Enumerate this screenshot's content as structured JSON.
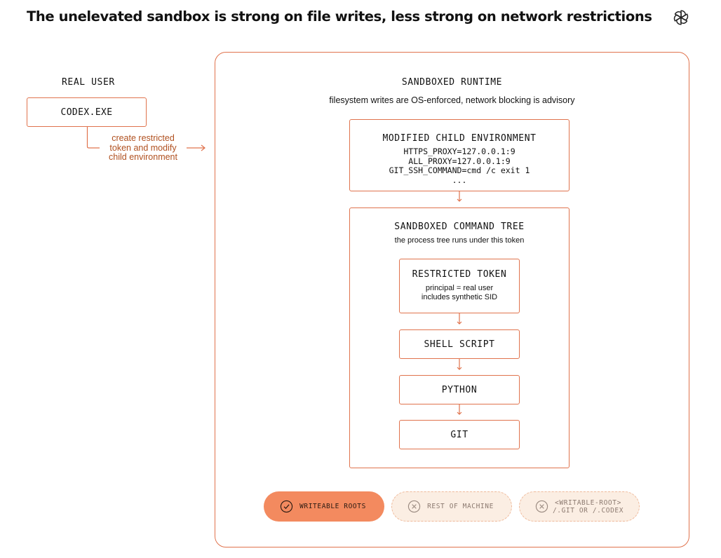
{
  "title": "The unelevated sandbox is strong on file writes, less strong on network restrictions",
  "logo_icon": "openai-logo-icon",
  "real_user": {
    "label": "REAL USER",
    "process": "CODEX.EXE",
    "note_lines": [
      "create restricted",
      "token and modify",
      "child environment"
    ]
  },
  "runtime": {
    "title": "SANDBOXED RUNTIME",
    "subtitle": "filesystem writes are OS-enforced, network blocking is advisory",
    "environment": {
      "title": "MODIFIED CHILD ENVIRONMENT",
      "lines": [
        "HTTPS_PROXY=127.0.0.1:9",
        "ALL_PROXY=127.0.0.1:9",
        "GIT_SSH_COMMAND=cmd /c exit 1",
        "..."
      ]
    },
    "command_tree": {
      "title": "SANDBOXED COMMAND TREE",
      "subtitle": "the process tree runs under this token",
      "token": {
        "title": "RESTRICTED TOKEN",
        "lines": [
          "principal = real user",
          "includes synthetic SID"
        ]
      },
      "steps": [
        "SHELL SCRIPT",
        "PYTHON",
        "GIT"
      ]
    }
  },
  "legend": [
    {
      "icon": "check-circle-icon",
      "lines": [
        "WRITEABLE ROOTS"
      ]
    },
    {
      "icon": "x-circle-icon",
      "lines": [
        "REST OF MACHINE"
      ]
    },
    {
      "icon": "x-circle-icon",
      "lines": [
        "<WRITABLE-ROOT>",
        "/.GIT OR /.CODEX"
      ]
    }
  ],
  "colors": {
    "accent": "#e0734d",
    "note_text": "#b0501f",
    "pill_active": "#f38a5f",
    "pill_inactive": "#fbeee3"
  }
}
